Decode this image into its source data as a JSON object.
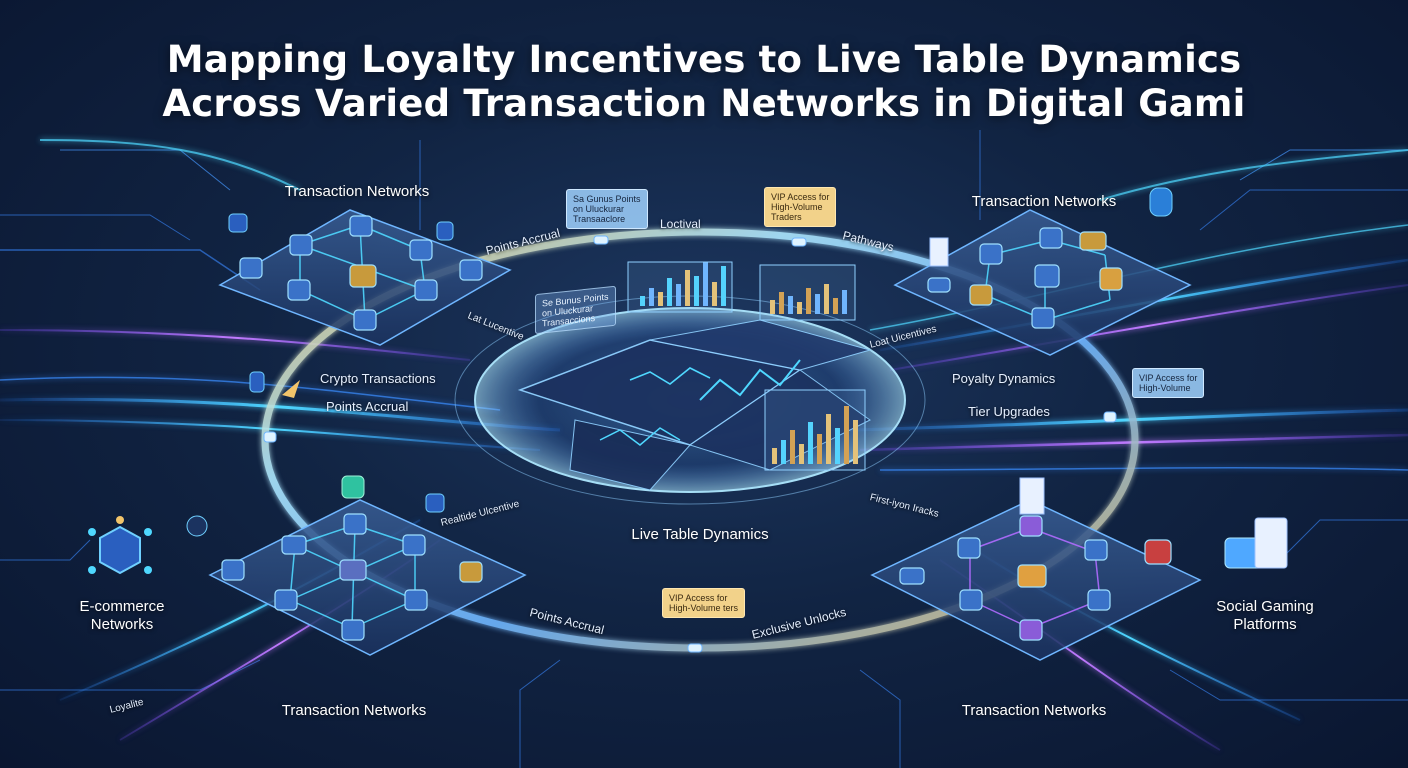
{
  "title": {
    "line1": "Mapping Loyalty Incentives to Live Table Dynamics",
    "line2": "Across Varied Transaction Networks in Digital Gami"
  },
  "labels": {
    "network_top_left": "Transaction Networks",
    "network_top_right": "Transaction Networks",
    "network_bottom_left": "Transaction Networks",
    "network_bottom_right": "Transaction Networks",
    "ecommerce": "E-commerce\nNetworks",
    "social_gaming": "Social Gaming\nPlatforms",
    "crypto": "Crypto Transactions",
    "points_left": "Points Accrual",
    "poyalty": "Poyalty Dynamics",
    "tier": "Tier Upgrades",
    "live_table": "Live Table Dynamics"
  },
  "path_labels": {
    "points_top": "Points Accrual",
    "loctival": "Loctival",
    "pathways": "Pathways",
    "lat_lucentive": "Lat Lucentive",
    "loat_uicentives": "Loat Uicentives",
    "realtide": "Realtide Ulcentive",
    "firstion": "First-iyon Iracks",
    "points_bottom": "Points Accrual",
    "exclusive": "Exclusive Unlocks",
    "loyalty_small": "Loyalite"
  },
  "tags": {
    "top_blue": "Sa Gunus Points\non Uluckurar\nTransaaclore",
    "top_gold": "VIP Access for\nHigh-Volume\nTraders",
    "panel_glass": "Se Bunus Points\non Uluckurar\nTransaccions",
    "right_vip": "VIP Access for\nHigh-Volume",
    "bottom_gold": "VIP Access for\nHigh-Volume ters"
  },
  "colors": {
    "background": "#112443",
    "cyan": "#4fd8ff",
    "blue": "#3a8dff",
    "purple": "#b06cff",
    "gold": "#f2c46a",
    "panel": "#223a66"
  },
  "icons": [
    "shopping-cart-icon",
    "shield-icon",
    "user-icon",
    "chat-icon",
    "receipt-icon",
    "crown-icon",
    "gift-icon",
    "check-icon",
    "rocket-icon",
    "coin-icon"
  ]
}
